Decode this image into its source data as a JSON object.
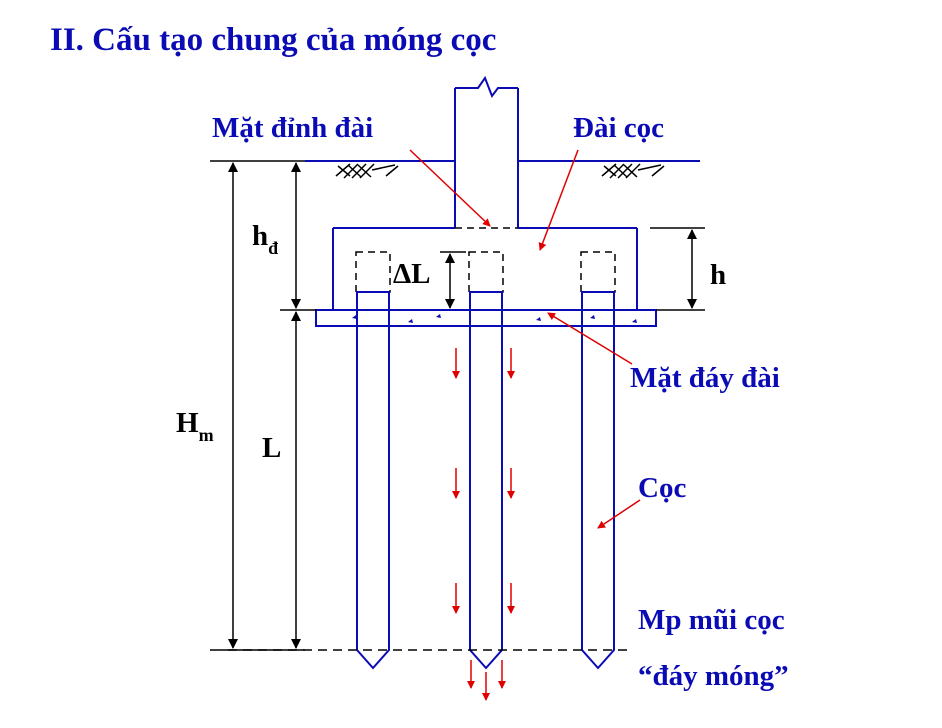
{
  "title": "II. Cấu tạo chung của móng cọc",
  "labels": {
    "pile_cap_top": "Mặt đỉnh đài",
    "pile_cap": "Đài cọc",
    "pile_cap_bottom": "Mặt đáy đài",
    "pile": "Cọc",
    "pile_tip_plane": "Mp mũi cọc",
    "foundation_bottom": "“đáy móng”"
  },
  "dimensions": {
    "hd_main": "h",
    "hd_sub": "đ",
    "delta_L": "ΔL",
    "h": "h",
    "Hm_main": "H",
    "Hm_sub": "m",
    "L": "L"
  },
  "colors": {
    "title": "#0b0bb5",
    "structure": "#0b0bb5",
    "arrows": "#e00000",
    "dimension": "#000000"
  }
}
